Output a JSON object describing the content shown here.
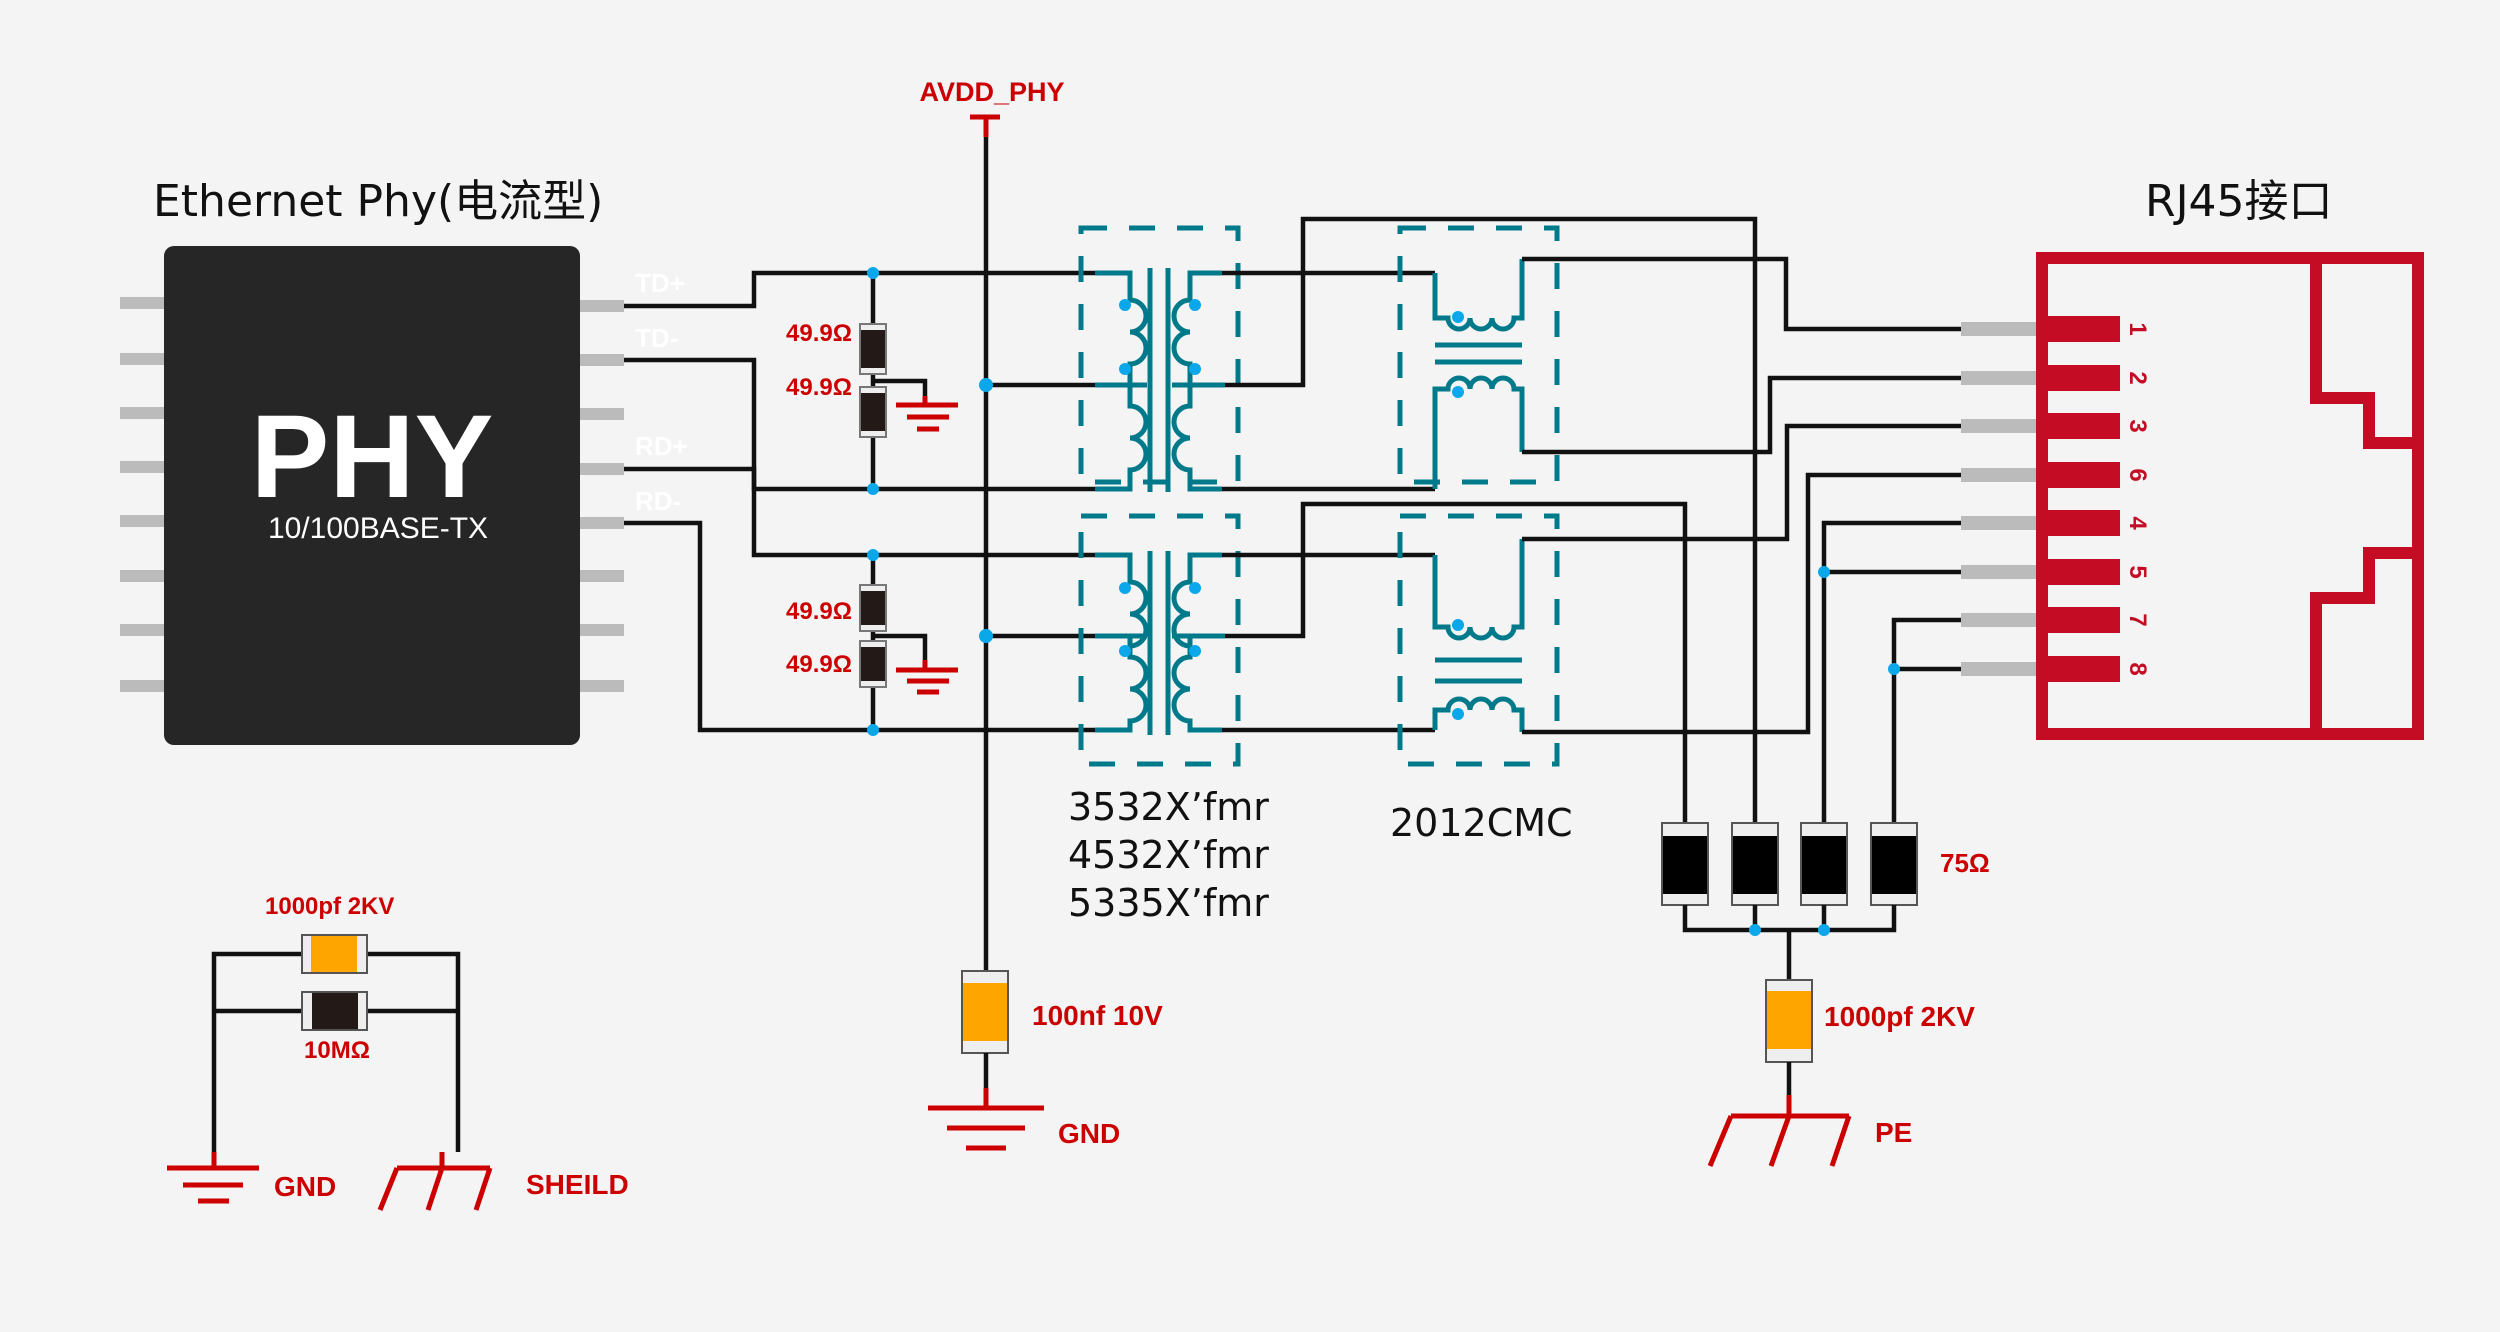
{
  "titles": {
    "phy": "Ethernet Phy(电流型)",
    "rj45": "RJ45接口"
  },
  "phy_chip": {
    "name": "PHY",
    "subtitle": "10/100BASE-TX",
    "pins": [
      "TD+",
      "TD-",
      "RD+",
      "RD-"
    ]
  },
  "power": {
    "rail": "AVDD_PHY",
    "decoupling_cap": "100nf 10V",
    "ground": "GND"
  },
  "termination": {
    "tx_resistors": [
      "49.9Ω",
      "49.9Ω"
    ],
    "rx_resistors": [
      "49.9Ω",
      "49.9Ω"
    ]
  },
  "transformer": {
    "labels": [
      "3532X’fmr",
      "4532X’fmr",
      "5335X’fmr"
    ]
  },
  "cmc": {
    "label": "2012CMC"
  },
  "bob_smith": {
    "resistor": "75Ω",
    "cap": "1000pf 2KV",
    "ground": "PE"
  },
  "shield_network": {
    "cap": "1000pf 2KV",
    "resistor": "10MΩ",
    "ground_left": "GND",
    "ground_right": "SHEILD"
  },
  "rj45": {
    "pins": [
      "1",
      "2",
      "3",
      "6",
      "4",
      "5",
      "7",
      "8"
    ]
  },
  "colors": {
    "wire": "#111111",
    "magnetics": "#007a8a",
    "junction": "#0aa8ea",
    "label_red": "#cc0000",
    "connector_red": "#c40d24",
    "cap_orange": "#ffa500",
    "chip": "#262626"
  }
}
